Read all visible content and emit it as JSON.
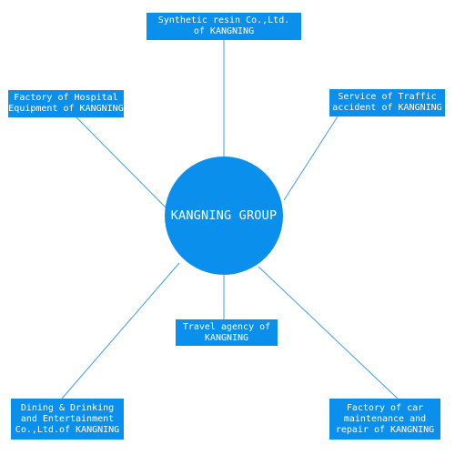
{
  "diagram": {
    "hub": {
      "label": "KANGNING GROUP"
    },
    "nodes": {
      "top": {
        "lines": [
          "Synthetic resin Co.,Ltd.",
          "of KANGNING"
        ]
      },
      "top_left": {
        "lines": [
          "Factory of Hospital",
          "Equipment of KANGNING"
        ]
      },
      "top_right": {
        "lines": [
          "Service of Traffic",
          "accident of KANGNING"
        ]
      },
      "bottom_center": {
        "lines": [
          "Travel agency of",
          "KANGNING"
        ]
      },
      "bottom_left": {
        "lines": [
          "Dining & Drinking",
          "and Entertainment",
          "Co.,Ltd.of KANGNING"
        ]
      },
      "bottom_right": {
        "lines": [
          "Factory of car",
          "maintenance and",
          "repair of KANGNING"
        ]
      }
    },
    "colors": {
      "fill": "#0a8fed",
      "text": "#ffffff",
      "connector": "#3d9fe6"
    }
  }
}
